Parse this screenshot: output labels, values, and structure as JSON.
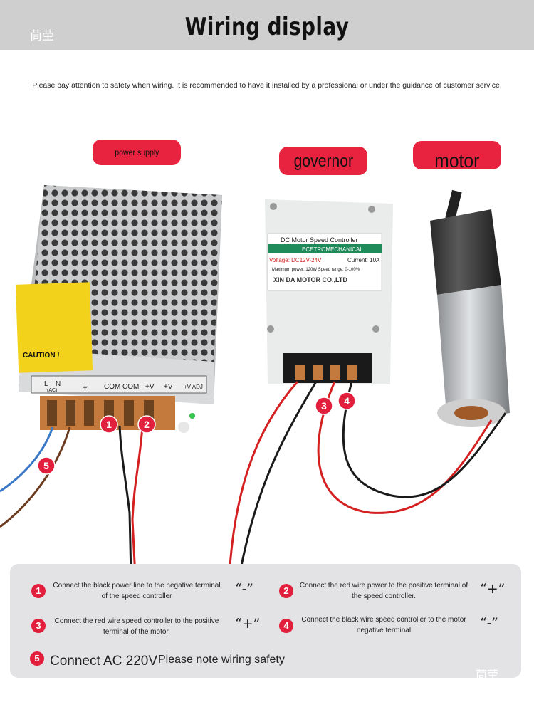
{
  "header": {
    "brand": "茼茔",
    "title": "Wiring display"
  },
  "notice": "Please pay attention to safety when wiring. It is recommended to have it installed by a professional or under the guidance of customer service.",
  "labels": {
    "power_supply": "power supply",
    "governor": "governor",
    "motor": "motor"
  },
  "power_supply_unit": {
    "caution": "CAUTION !",
    "terminals": [
      "L",
      "N",
      "(AC)",
      "⏚",
      "COM",
      "COM",
      "+V",
      "+V",
      "+V ADJ"
    ]
  },
  "controller": {
    "line1": "DC Motor Speed Controller",
    "line2": "ECETROMECHANICAL",
    "voltage": "Voltage: DC12V-24V",
    "current": "Current: 10A",
    "line4": "Maximum power: 120W Speed range: 0-100%",
    "maker": "XIN DA MOTOR CO.,LTD"
  },
  "markers": [
    "1",
    "2",
    "3",
    "4",
    "5"
  ],
  "steps": [
    {
      "num": "1",
      "text": "Connect the black power line to the negative terminal of the speed controller",
      "sign": "“-”"
    },
    {
      "num": "2",
      "text": "Connect the red wire power to the positive terminal of the speed controller.",
      "sign": "“+”"
    },
    {
      "num": "3",
      "text": "Connect the red wire speed controller to the positive terminal of the motor.",
      "sign": "“+”"
    },
    {
      "num": "4",
      "text": "Connect the black wire speed controller to the motor negative terminal",
      "sign": "“-”"
    }
  ],
  "final": {
    "num": "5",
    "text": "Connect AC 220V",
    "note": "Please note wiring safety"
  },
  "watermark": "茼茔",
  "colors": {
    "accent": "#e21f3c",
    "header_bg": "#cfcfd0",
    "panel_bg": "#e3e3e5"
  }
}
